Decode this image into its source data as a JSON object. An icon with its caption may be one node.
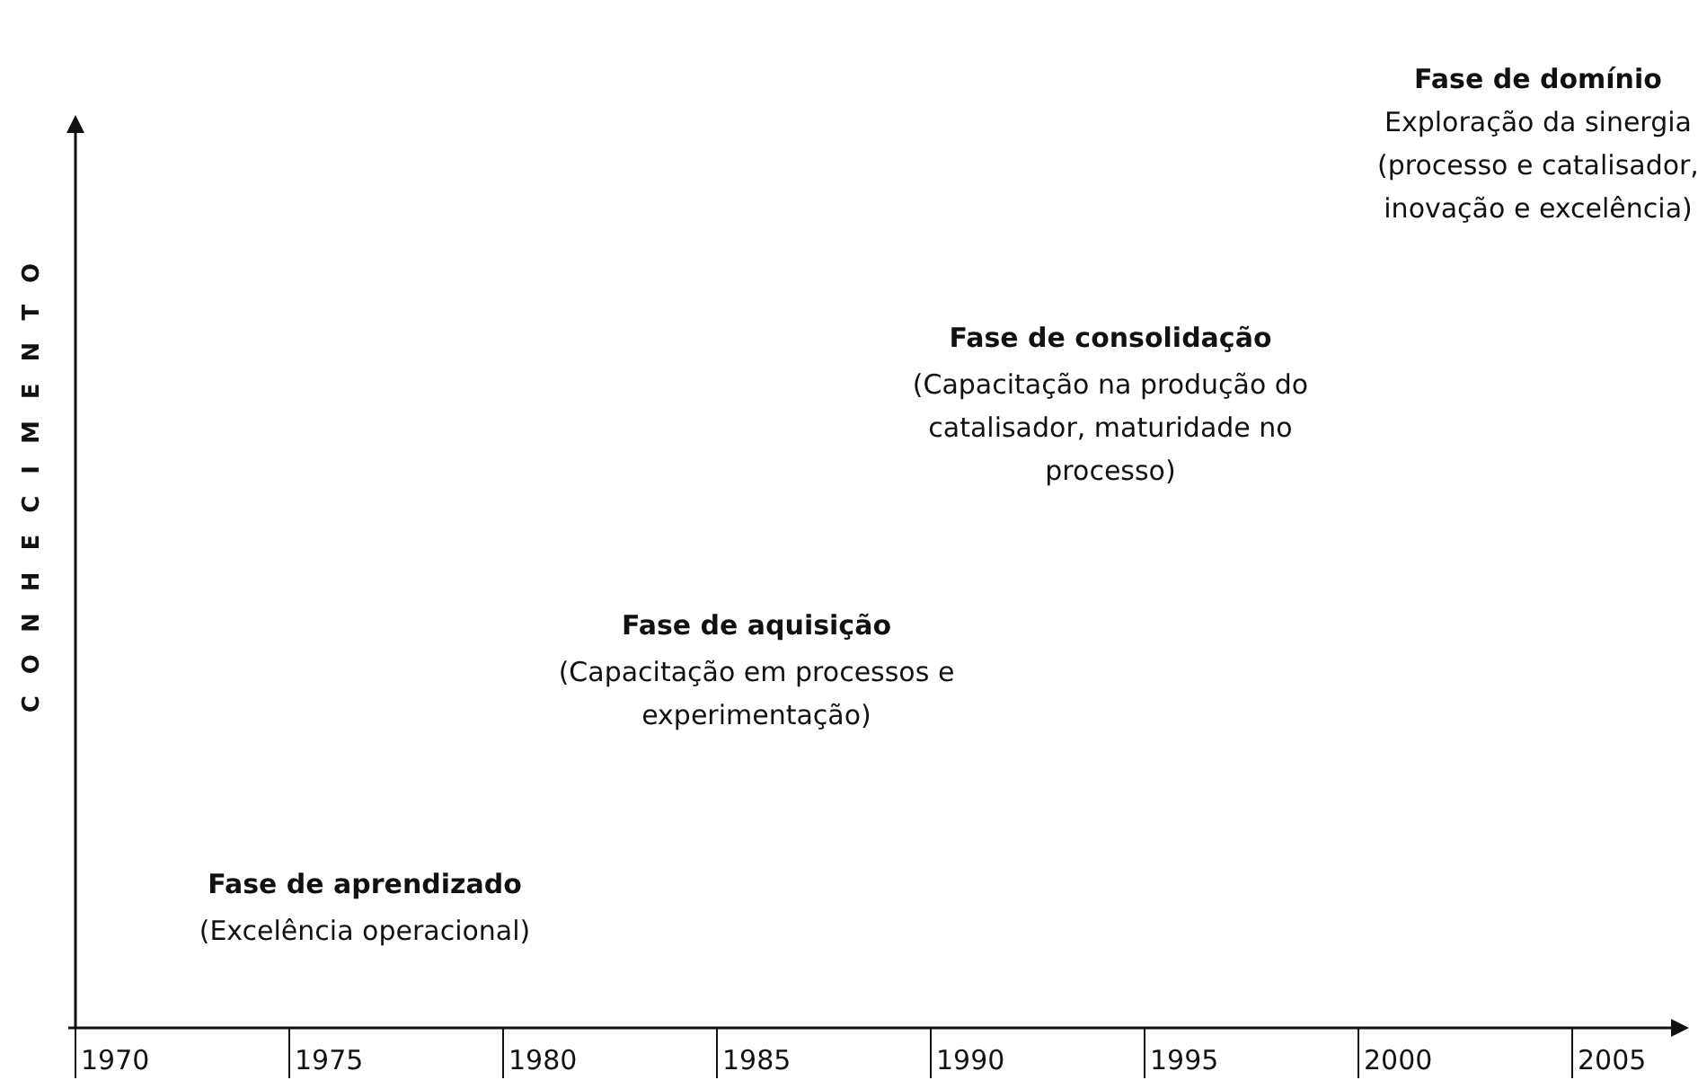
{
  "diagram": {
    "labels": [
      "Fase de domínio",
      "Exploração da sinergia (processo e catalisador, inovação e excelência)",
      "CONHECIMENTO",
      "Fase de consolidação",
      "(Capacitação na produção do catalisador, maturidade no processo)",
      "Fase de aquisição",
      "(Capacitação em processos e experimentação)",
      "Fase de aprendizado",
      "(Excelência operacional)",
      "1970",
      "1975",
      "1980",
      "1985",
      "1990",
      "1995",
      "2000",
      "2005"
    ]
  }
}
